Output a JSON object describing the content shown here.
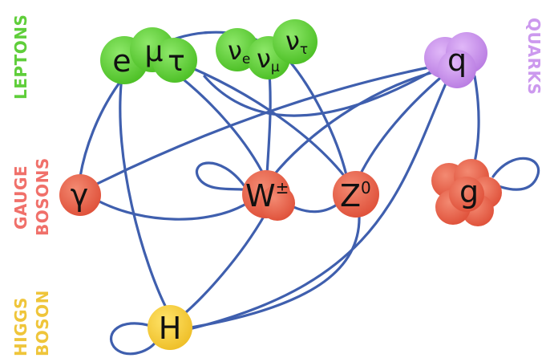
{
  "categories": {
    "leptons": "LEPTONS",
    "gauge_line1": "GAUGE",
    "gauge_line2": "BOSONS",
    "higgs_line1": "HIGGS",
    "higgs_line2": "BOSON",
    "quarks": "QUARKS"
  },
  "colors": {
    "lepton": "#5fce3a",
    "boson": "#e6604a",
    "higgs": "#f2cc3c",
    "quark": "#c58ce8",
    "edge": "#3f5fae",
    "label_leptons": "#5fce3a",
    "label_gauge": "#f0706a",
    "label_higgs": "#efc53a",
    "label_quarks": "#cc99ee"
  },
  "particles": {
    "electron": "e",
    "muon": "μ",
    "tau": "τ",
    "nu": "ν",
    "nu_e_sub": "e",
    "nu_mu_sub": "μ",
    "nu_tau_sub": "τ",
    "quark": "q",
    "photon": "γ",
    "w_boson": "W",
    "w_sup": "±",
    "z_boson": "Z",
    "z_sup": "0",
    "gluon": "g",
    "higgs": "H"
  }
}
